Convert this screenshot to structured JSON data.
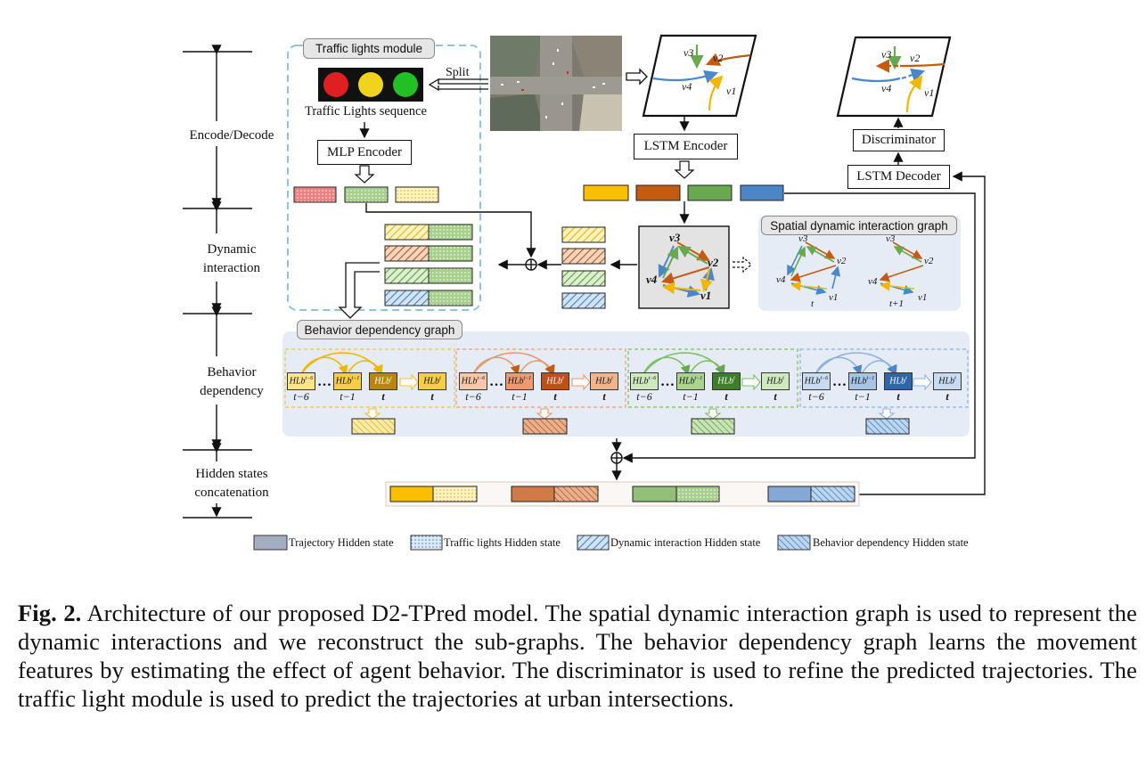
{
  "stages": {
    "encode": "Encode/Decode",
    "dynamic": "Dynamic\ninteraction",
    "behavior": "Behavior\ndependency",
    "hidden": "Hidden states\nconcatenation"
  },
  "traffic_module": {
    "title": "Traffic lights module",
    "split_label": "Split",
    "sequence_label": "Traffic Lights sequence",
    "mlp_encoder": "MLP  Encoder"
  },
  "blocks": {
    "lstm_encoder": "LSTM  Encoder",
    "lstm_decoder": "LSTM Decoder",
    "discriminator": "Discriminator"
  },
  "graphs": {
    "spatial_title": "Spatial dynamic interaction graph",
    "behavior_title": "Behavior dependency graph",
    "node_v1": "v1",
    "node_v2": "v2",
    "node_v3": "v3",
    "node_v4": "v4",
    "time_t": "t",
    "time_t1": "t+1"
  },
  "behavior_nodes": {
    "t_minus_6": "t−6",
    "t_minus_1": "t−1",
    "t": "t",
    "hlb_prefix": "HLb"
  },
  "legend": {
    "trajectory": "Trajectory Hidden state",
    "traffic": "Traffic lights Hidden state",
    "dynamic": "Dynamic interaction Hidden state",
    "behavior": "Behavior dependency Hidden state"
  },
  "caption": {
    "label": "Fig. 2.",
    "text": " Architecture of our proposed D2-TPred model. The spatial dynamic interaction graph is used to represent the dynamic interactions and we reconstruct the sub-graphs. The behavior dependency graph learns the movement features by estimating the effect of agent behavior. The discriminator is used to refine the predicted trajectories. The traffic light module is used to predict the trajectories at urban intersections."
  },
  "colors": {
    "agent1": "#f2b600",
    "agent2": "#c55a11",
    "agent3": "#6aa84f",
    "agent4": "#4a86c8",
    "light_red": "#e02020",
    "light_yellow": "#f1d21c",
    "light_green": "#22c025",
    "panel_bg": "#e6ecf5",
    "module_border": "#8fc3e0"
  }
}
